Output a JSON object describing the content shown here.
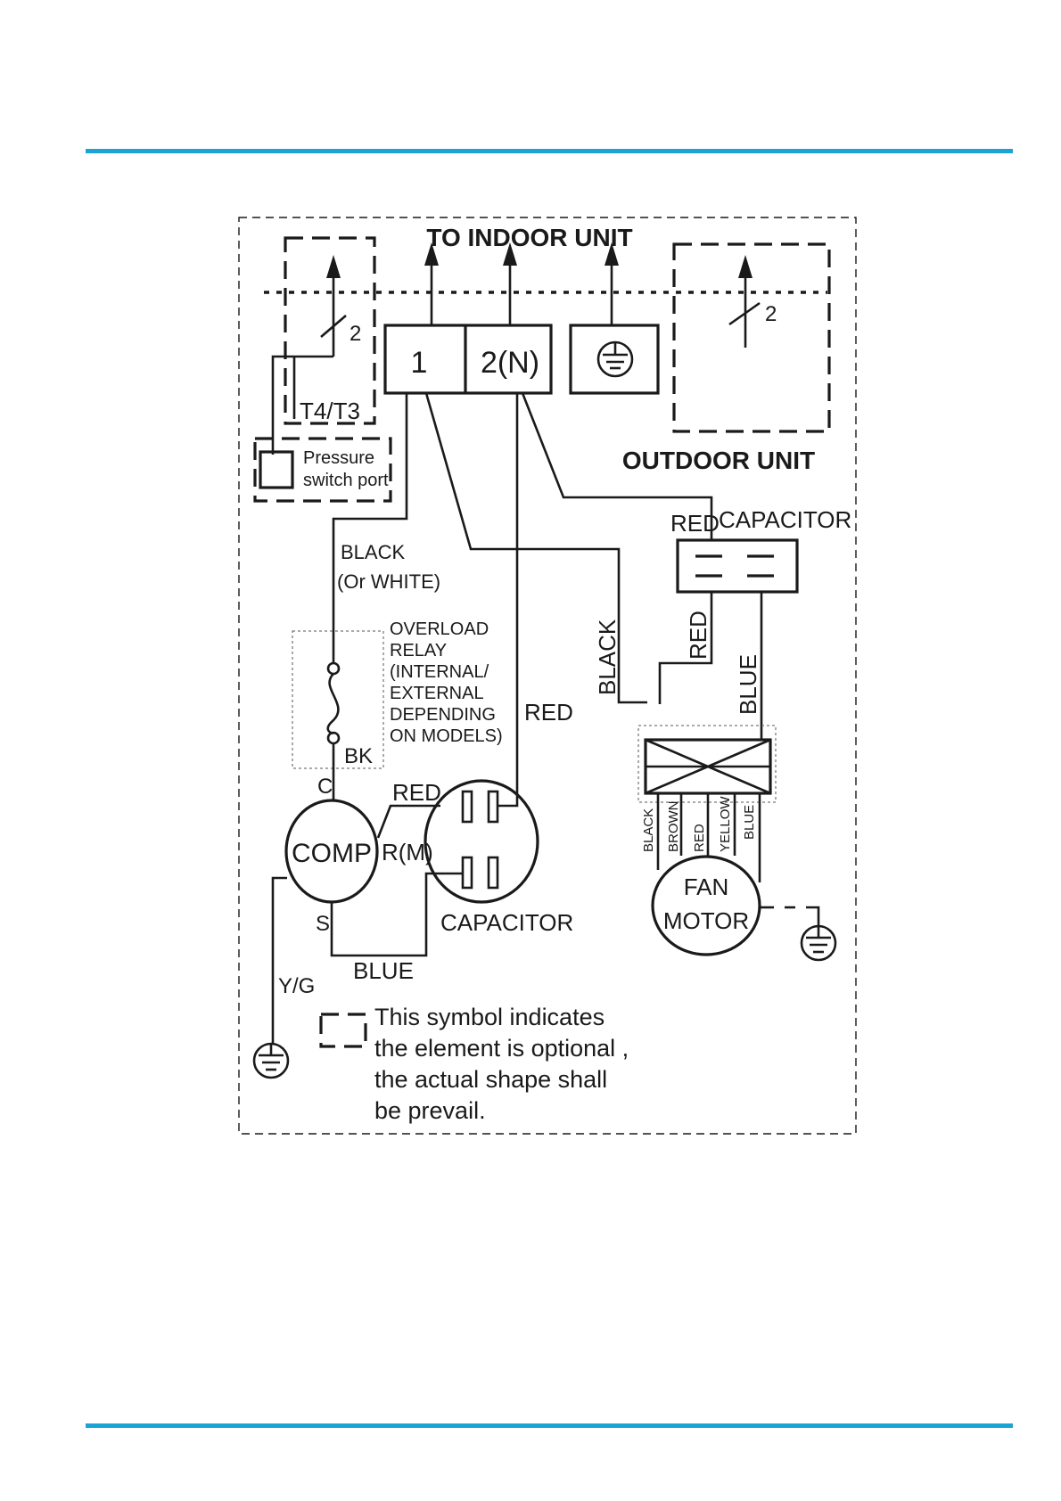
{
  "colors": {
    "rule": "#1ba3d3",
    "ink": "#1a1a1a"
  },
  "labels": {
    "to_indoor": "TO INDOOR UNIT",
    "outdoor_unit": "OUTDOOR UNIT",
    "terminal_1": "1",
    "terminal_2": "2(N)",
    "sensor_count_left": "2",
    "sensor_count_right": "2",
    "t4t3": "T4/T3",
    "pressure_line1": "Pressure",
    "pressure_line2": "switch port",
    "black_line1": "BLACK",
    "black_line2": "(Or WHITE)",
    "overload_lines": [
      "OVERLOAD",
      "RELAY",
      "(INTERNAL/",
      "EXTERNAL",
      "DEPENDING",
      "ON MODELS)"
    ],
    "bk": "BK",
    "c": "C",
    "comp": "COMP",
    "r_m": "R(M)",
    "s": "S",
    "red_comp": "RED",
    "red_vertical": "RED",
    "blue_bottom": "BLUE",
    "comp_capacitor": "CAPACITOR",
    "yg": "Y/G",
    "fan_red": "RED",
    "fan_capacitor": "CAPACITOR",
    "black_vertical": "BLACK",
    "red_vertical_fan": "RED",
    "blue_vertical_fan": "BLUE",
    "motor_wires": [
      "BLACK",
      "BROWN",
      "RED",
      "YELLOW",
      "BLUE"
    ],
    "fan": "FAN",
    "motor": "MOTOR",
    "legend_lines": [
      "This symbol indicates",
      "the element is optional ,",
      "the actual shape shall",
      "be prevail."
    ]
  }
}
